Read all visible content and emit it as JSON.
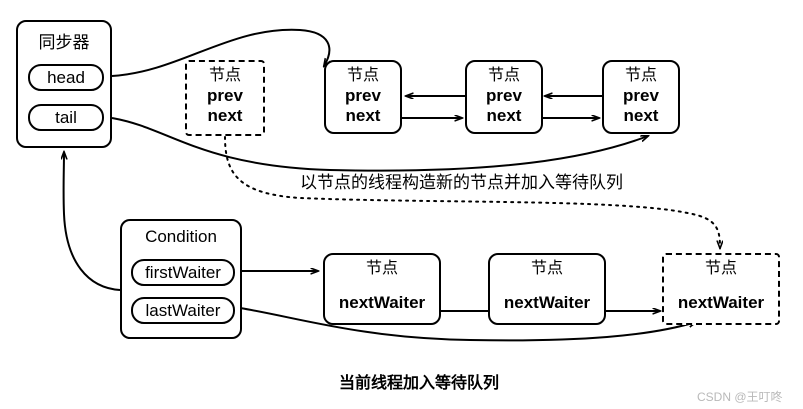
{
  "diagram": {
    "title_caption": "当前线程加入等待队列",
    "middle_caption": "以节点的线程构造新的节点并加入等待队列",
    "watermark": "CSDN @王叮咚",
    "synchronizer": {
      "title": "同步器",
      "fields": [
        {
          "label": "head"
        },
        {
          "label": "tail"
        }
      ]
    },
    "condition": {
      "title": "Condition",
      "fields": [
        {
          "label": "firstWaiter"
        },
        {
          "label": "lastWaiter"
        }
      ]
    },
    "pending_node": {
      "title": "节点",
      "fields": [
        "prev",
        "next"
      ]
    },
    "sync_queue": [
      {
        "title": "节点",
        "fields": [
          "prev",
          "next"
        ]
      },
      {
        "title": "节点",
        "fields": [
          "prev",
          "next"
        ]
      },
      {
        "title": "节点",
        "fields": [
          "prev",
          "next"
        ]
      }
    ],
    "wait_queue": [
      {
        "title": "节点",
        "field": "nextWaiter"
      },
      {
        "title": "节点",
        "field": "nextWaiter"
      },
      {
        "title": "节点",
        "field": "nextWaiter"
      }
    ],
    "colors": {
      "stroke": "#000000",
      "background": "#ffffff",
      "watermark": "#b9b9b9"
    }
  }
}
